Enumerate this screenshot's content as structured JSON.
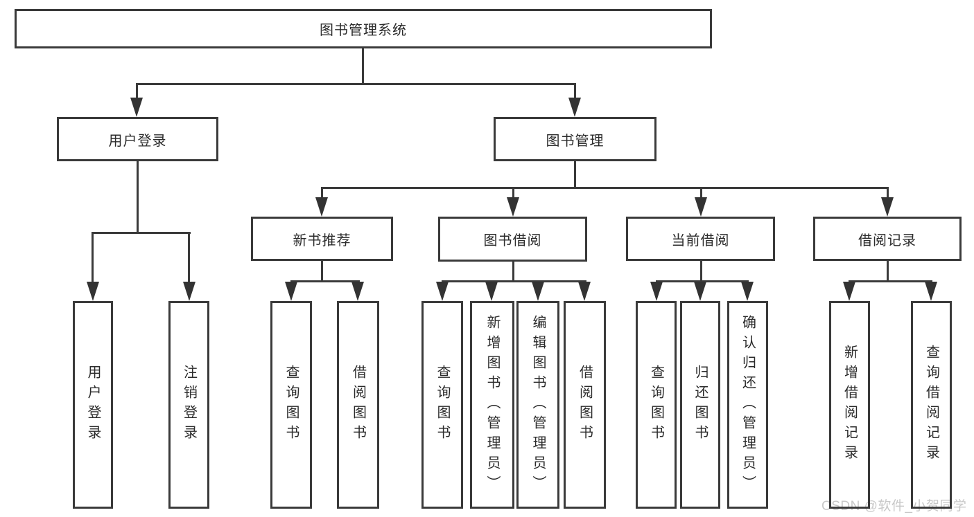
{
  "tree": {
    "root": {
      "label": "图书管理系统"
    },
    "branches": [
      {
        "label": "用户登录",
        "children": [
          {
            "label": "用户登录"
          },
          {
            "label": "注销登录"
          }
        ]
      },
      {
        "label": "图书管理",
        "children": [
          {
            "label": "新书推荐",
            "children": [
              {
                "label": "查询图书"
              },
              {
                "label": "借阅图书"
              }
            ]
          },
          {
            "label": "图书借阅",
            "children": [
              {
                "label": "查询图书"
              },
              {
                "label": "新增图书（管理员）"
              },
              {
                "label": "编辑图书（管理员）"
              },
              {
                "label": "借阅图书"
              }
            ]
          },
          {
            "label": "当前借阅",
            "children": [
              {
                "label": "查询图书"
              },
              {
                "label": "归还图书"
              },
              {
                "label": "确认归还（管理员）"
              }
            ]
          },
          {
            "label": "借阅记录",
            "children": [
              {
                "label": "新增借阅记录"
              },
              {
                "label": "查询借阅记录"
              }
            ]
          }
        ]
      }
    ]
  },
  "watermark": "CSDN @软件_小贺同学",
  "colors": {
    "line": "#3a3a3a",
    "text": "#2b2b2b",
    "watermark": "#c8c8c8",
    "background": "#ffffff"
  }
}
